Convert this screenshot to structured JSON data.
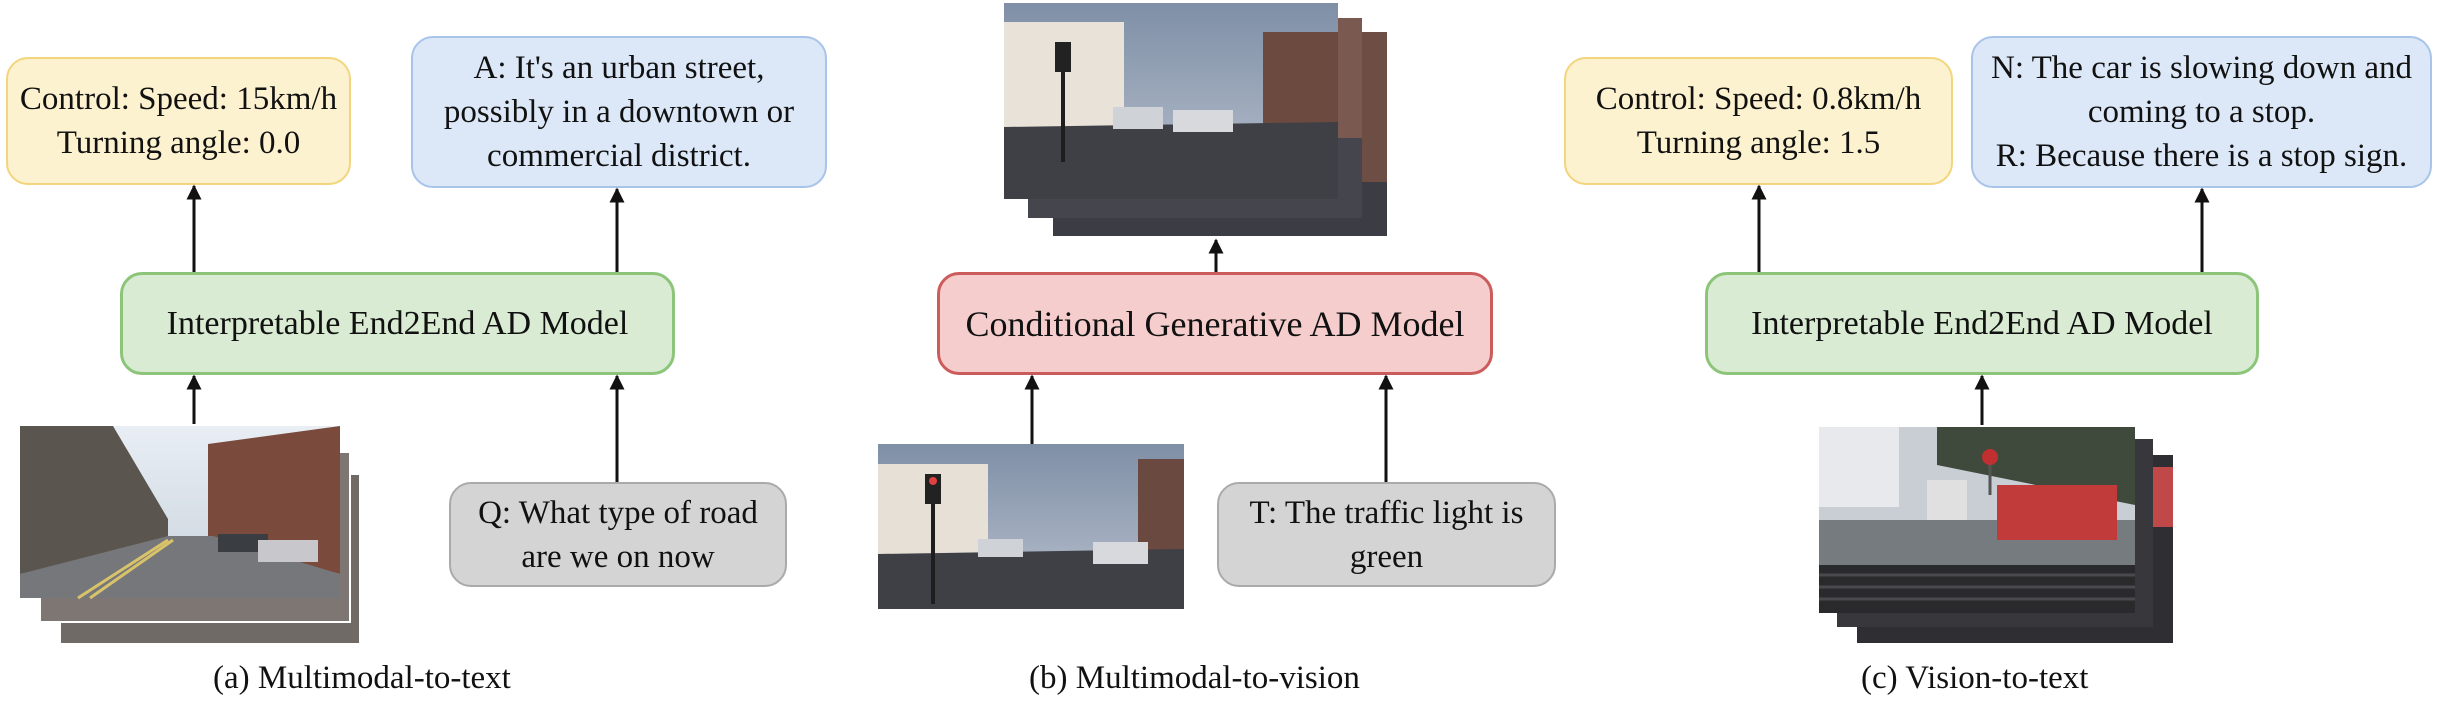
{
  "panel_a": {
    "control_line1": "Control: Speed: 15km/h",
    "control_line2": "Turning angle: 0.0",
    "answer_line1": "A: It's an urban street,",
    "answer_line2": "possibly in a downtown or",
    "answer_line3": "commercial district.",
    "model": "Interpretable End2End AD Model",
    "question_line1": "Q: What type of road",
    "question_line2": "are we on now",
    "caption": "(a) Multimodal-to-text"
  },
  "panel_b": {
    "model": "Conditional Generative AD Model",
    "text_line1": "T: The traffic light is",
    "text_line2": "green",
    "caption": "(b) Multimodal-to-vision"
  },
  "panel_c": {
    "control_line1": "Control: Speed: 0.8km/h",
    "control_line2": "Turning angle: 1.5",
    "narration_line1": "N: The car is slowing down and",
    "narration_line2": "coming to a stop.",
    "reason_line": "R: Because there is a stop sign.",
    "model": "Interpretable End2End AD Model",
    "caption": "(c) Vision-to-text"
  },
  "colors": {
    "control_fill": "#fdf2cf",
    "text_fill": "#dce8f8",
    "model_fill": "#d9ecd3",
    "generative_fill": "#f6cdcd",
    "query_fill": "#d4d4d4"
  }
}
